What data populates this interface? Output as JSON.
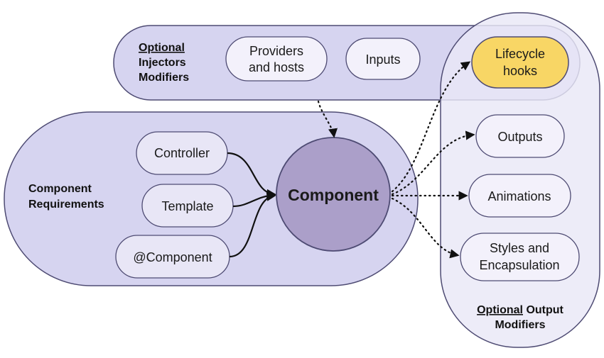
{
  "injectors_group": {
    "label_line1": "Optional",
    "label_line2": "Injectors",
    "label_line3": "Modifiers",
    "items": [
      {
        "line1": "Providers",
        "line2": "and hosts"
      },
      {
        "line1": "Inputs"
      }
    ]
  },
  "requirements_group": {
    "label_line1": "Component",
    "label_line2": "Requirements",
    "items": [
      "Controller",
      "Template",
      "@Component"
    ]
  },
  "center": {
    "label": "Component"
  },
  "output_group": {
    "label_optional": "Optional",
    "label_output": " Output",
    "label_line2": "Modifiers",
    "items": [
      {
        "line1": "Lifecycle",
        "line2": "hooks"
      },
      {
        "line1": "Outputs"
      },
      {
        "line1": "Animations"
      },
      {
        "line1": "Styles and",
        "line2": "Encapsulation"
      }
    ]
  },
  "colors": {
    "group_fill": "#d6d4f0",
    "output_group_fill": "#e9e8f6",
    "pill_fill": "#f3f1fb",
    "highlight_fill": "#f8d665",
    "center_fill": "#ab9fc9",
    "stroke": "#4e4b73"
  }
}
